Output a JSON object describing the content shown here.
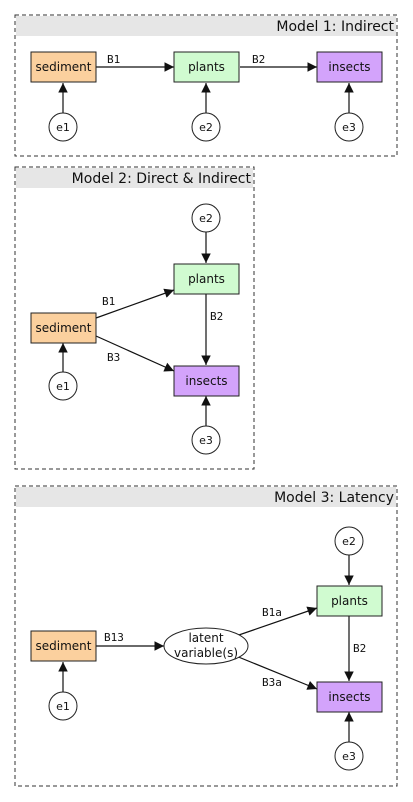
{
  "colors": {
    "sediment": "#fbd09e",
    "plants": "#d0fbd0",
    "insects": "#d3a3fb"
  },
  "model1": {
    "title": "Model 1: Indirect",
    "nodes": {
      "sediment": "sediment",
      "plants": "plants",
      "insects": "insects"
    },
    "errors": {
      "e1": "e1",
      "e2": "e2",
      "e3": "e3"
    },
    "paths": {
      "b1": "B1",
      "b2": "B2"
    }
  },
  "model2": {
    "title": "Model 2: Direct & Indirect",
    "nodes": {
      "sediment": "sediment",
      "plants": "plants",
      "insects": "insects"
    },
    "errors": {
      "e1": "e1",
      "e2": "e2",
      "e3": "e3"
    },
    "paths": {
      "b1": "B1",
      "b2": "B2",
      "b3": "B3"
    }
  },
  "model3": {
    "title": "Model 3: Latency",
    "nodes": {
      "sediment": "sediment",
      "plants": "plants",
      "insects": "insects",
      "latent_line1": "latent",
      "latent_line2": "variable(s)"
    },
    "errors": {
      "e1": "e1",
      "e2": "e2",
      "e3": "e3"
    },
    "paths": {
      "b13": "B13",
      "b1a": "B1a",
      "b3a": "B3a",
      "b2": "B2"
    }
  }
}
